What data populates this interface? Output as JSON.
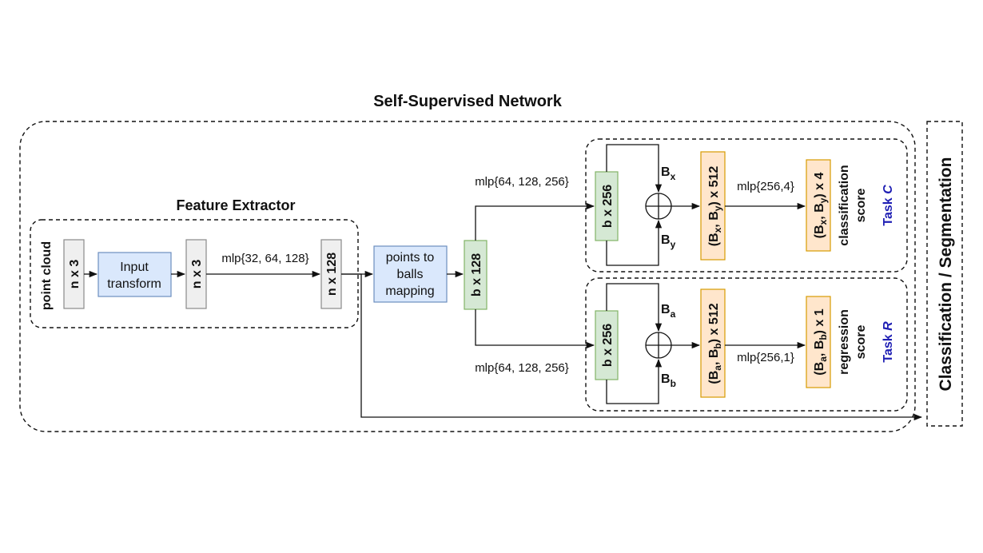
{
  "title": "Self-Supervised Network",
  "feature_extractor": {
    "title": "Feature Extractor",
    "input_label": "point cloud",
    "tensor_n3_a": "n x 3",
    "input_transform_line1": "Input",
    "input_transform_line2": "transform",
    "tensor_n3_b": "n x 3",
    "mlp_label": "mlp{32, 64, 128}",
    "tensor_n128": "n x 128"
  },
  "mapping": {
    "line1": "points to",
    "line2": "balls",
    "line3": "mapping",
    "tensor_b128": "b x 128"
  },
  "task_c": {
    "mlp_label": "mlp{64, 128, 256}",
    "tensor_b256": "b x 256",
    "bx_base": "B",
    "bx_sub": "x",
    "by_base": "B",
    "by_sub": "y",
    "concat_a": "(B",
    "concat_sub1": "x",
    "concat_b": ", B",
    "concat_sub2": "y",
    "concat_c": ") x 512",
    "mlp2_label": "mlp{256,4}",
    "out_a": "(B",
    "out_sub1": "x",
    "out_b": ", B",
    "out_sub2": "y",
    "out_c": ") x 4",
    "score_line1": "classification",
    "score_line2": "score",
    "task_prefix": "Task ",
    "task_letter": "C"
  },
  "task_r": {
    "mlp_label": "mlp{64, 128, 256}",
    "tensor_b256": "b x 256",
    "ba_base": "B",
    "ba_sub": "a",
    "bb_base": "B",
    "bb_sub": "b",
    "concat_a": "(B",
    "concat_sub1": "a",
    "concat_b": ", B",
    "concat_sub2": "b",
    "concat_c": ") x 512",
    "mlp2_label": "mlp{256,1}",
    "out_a": "(B",
    "out_sub1": "a",
    "out_b": ", B",
    "out_sub2": "b",
    "out_c": ") x 1",
    "score_line1": "regression",
    "score_line2": "score",
    "task_prefix": "Task ",
    "task_letter": "R"
  },
  "downstream_label": "Classification / Segmentation",
  "colors": {
    "gray_fill": "#efefef",
    "gray_stroke": "#8a8a8a",
    "blue_fill": "#dae8fc",
    "blue_stroke": "#6c8ebf",
    "green_fill": "#d5e8d4",
    "green_stroke": "#82b366",
    "orange_fill": "#ffe6cc",
    "orange_stroke": "#d79b00",
    "task_text": "#1f1fb4"
  }
}
